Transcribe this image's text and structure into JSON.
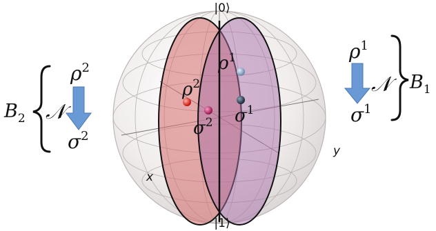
{
  "sphere": {
    "top_label": "|0⟩",
    "bottom_label": "|1⟩",
    "axis_x": "x",
    "axis_y": "y"
  },
  "states": {
    "rho1": {
      "base": "ρ",
      "sup": "1",
      "color": "#7f9fbf"
    },
    "sigma1": {
      "base": "σ",
      "sup": "1",
      "color": "#1e3246"
    },
    "rho2": {
      "base": "ρ",
      "sup": "2",
      "color": "#e01010"
    },
    "sigma2": {
      "base": "σ",
      "sup": "2",
      "color": "#c0185a"
    }
  },
  "left_channel": {
    "top": {
      "base": "ρ",
      "sup": "2"
    },
    "bottom": {
      "base": "σ",
      "sup": "2"
    },
    "map": "𝒩",
    "bound": {
      "base": "B",
      "sub": "2"
    }
  },
  "right_channel": {
    "top": {
      "base": "ρ",
      "sup": "1"
    },
    "bottom": {
      "base": "σ",
      "sup": "1"
    },
    "map": "𝒩",
    "bound": {
      "base": "B",
      "sub": "1"
    }
  },
  "colors": {
    "ellipse_red": "#d46a6a",
    "ellipse_purple": "#a86fa8",
    "arrow": "#6a9ad6",
    "sphere_edge": "#9a9a9a"
  }
}
